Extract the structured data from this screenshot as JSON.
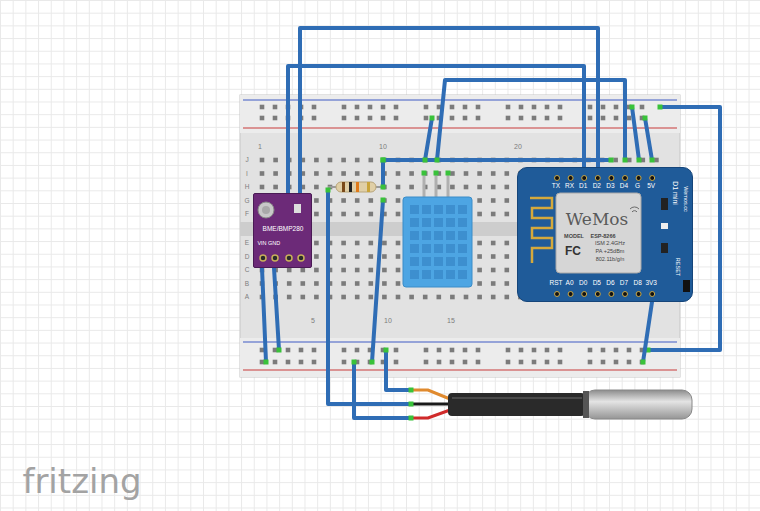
{
  "diagram": {
    "nodes": [
      {
        "text": [
          "BME/BMP280",
          "VIN",
          "GND"
        ]
      },
      {
        "text": [
          "WeMos",
          "MODEL",
          "ESP-8266",
          "ISM 2.4GHz",
          "PA +25dBm",
          "802.11b/g/n",
          "FC",
          "D1 mini",
          "Wemos.cc",
          "TX",
          "RX",
          "D1",
          "D2",
          "D3",
          "D4",
          "G",
          "5V",
          "RST",
          "A0",
          "D0",
          "D5",
          "D6",
          "D7",
          "D8",
          "3V3",
          "RESET"
        ]
      }
    ],
    "edges": [
      {
        "from": 0,
        "to": 1,
        "arrow": "none"
      },
      {
        "from": 0,
        "to": 1,
        "arrow": "none"
      }
    ],
    "labels": [
      "1",
      "10",
      "20",
      "5",
      "10",
      "15",
      "J",
      "I",
      "H",
      "G",
      "F",
      "E",
      "D",
      "C",
      "B",
      "A",
      "fritzing"
    ]
  }
}
